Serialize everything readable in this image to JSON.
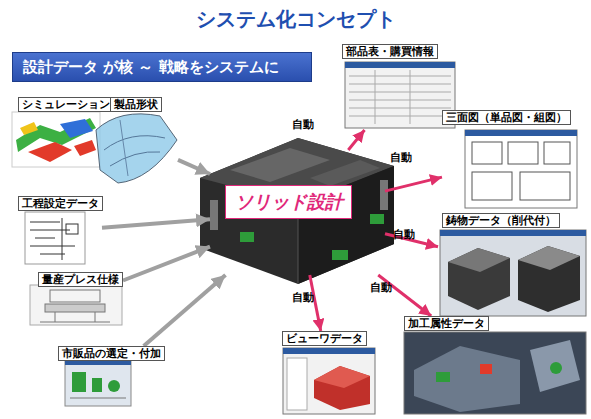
{
  "diagram": {
    "title": "システム化コンセプト",
    "nodes": [
      {
        "text": [
          "設計データ が核 ～ 戦略をシステムに"
        ]
      },
      {
        "text": [
          "シミュレーション"
        ]
      },
      {
        "text": [
          "製品形状"
        ]
      },
      {
        "text": [
          "工程設定データ"
        ]
      },
      {
        "text": [
          "量産プレス仕様"
        ]
      },
      {
        "text": [
          "市販品の選定・付加"
        ]
      },
      {
        "text": [
          "ソリッド設計"
        ]
      },
      {
        "text": [
          "部品表・購買情報"
        ]
      },
      {
        "text": [
          "三面図（単品図・組図）"
        ]
      },
      {
        "text": [
          "鋳物データ（削代付）"
        ]
      },
      {
        "text": [
          "加工属性データ"
        ]
      },
      {
        "text": [
          "ビューワデータ"
        ]
      }
    ],
    "edges": [
      {
        "from": 2,
        "to": 6,
        "arrow": "to"
      },
      {
        "from": 3,
        "to": 6,
        "arrow": "to"
      },
      {
        "from": 4,
        "to": 6,
        "arrow": "to"
      },
      {
        "from": 5,
        "to": 6,
        "arrow": "to"
      },
      {
        "from": 6,
        "to": 7,
        "arrow": "to",
        "label": "自動"
      },
      {
        "from": 6,
        "to": 8,
        "arrow": "to",
        "label": "自動"
      },
      {
        "from": 6,
        "to": 9,
        "arrow": "to",
        "label": "自動"
      },
      {
        "from": 6,
        "to": 10,
        "arrow": "to",
        "label": "自動"
      },
      {
        "from": 6,
        "to": 11,
        "arrow": "to",
        "label": "自動"
      }
    ]
  }
}
